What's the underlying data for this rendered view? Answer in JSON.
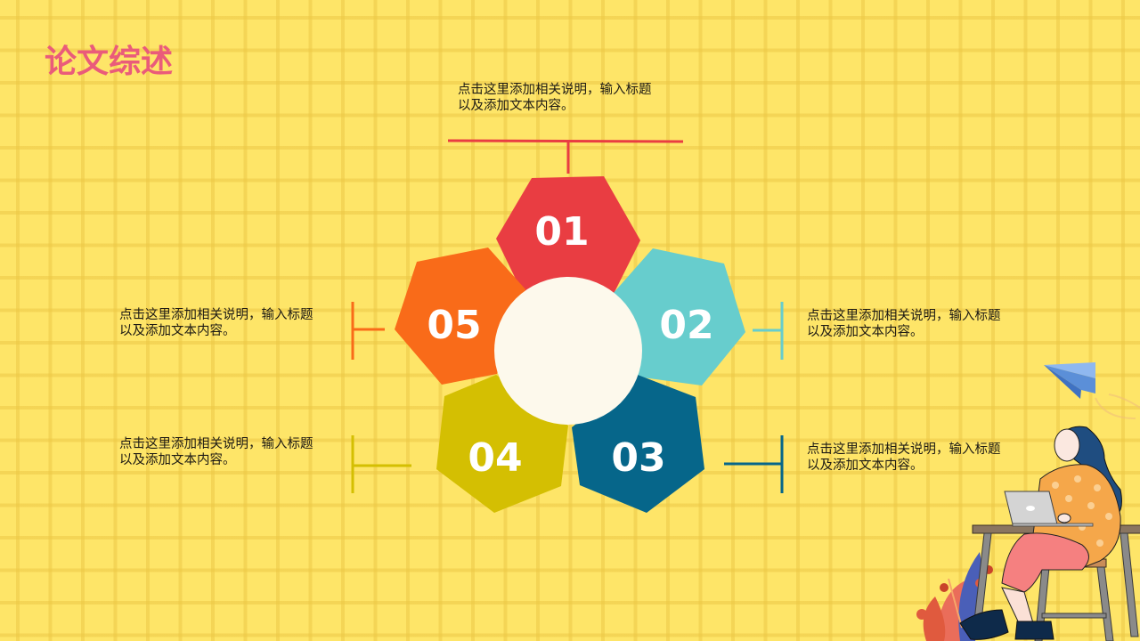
{
  "slide": {
    "title": "论文综述",
    "colors": {
      "background": "#fee568",
      "grid": "#ecc846",
      "title": "#ea5b7a",
      "center": "#fdf9ec"
    }
  },
  "petals": [
    {
      "number": "01",
      "color": "#e93d42",
      "description": "点击这里添加相关说明，输入标题以及添加文本内容。",
      "line1": "点击这里添加相关说明，输入标题",
      "line2": "以及添加文本内容。"
    },
    {
      "number": "02",
      "color": "#67cdcd",
      "description": "点击这里添加相关说明，输入标题以及添加文本内容。",
      "line1": "点击这里添加相关说明，输入标题",
      "line2": "以及添加文本内容。"
    },
    {
      "number": "03",
      "color": "#06668a",
      "description": "点击这里添加相关说明，输入标题以及添加文本内容。",
      "line1": "点击这里添加相关说明，输入标题",
      "line2": "以及添加文本内容。"
    },
    {
      "number": "04",
      "color": "#d4bf02",
      "description": "点击这里添加相关说明，输入标题以及添加文本内容。",
      "line1": "点击这里添加相关说明，输入标题",
      "line2": "以及添加文本内容。"
    },
    {
      "number": "05",
      "color": "#f96b19",
      "description": "点击这里添加相关说明，输入标题以及添加文本内容。",
      "line1": "点击这里添加相关说明，输入标题",
      "line2": "以及添加文本内容。"
    }
  ],
  "illustration": {
    "subject": "woman-working-on-laptop-at-desk",
    "elements": [
      "paper-plane",
      "laptop",
      "desk",
      "chair",
      "plants"
    ]
  }
}
